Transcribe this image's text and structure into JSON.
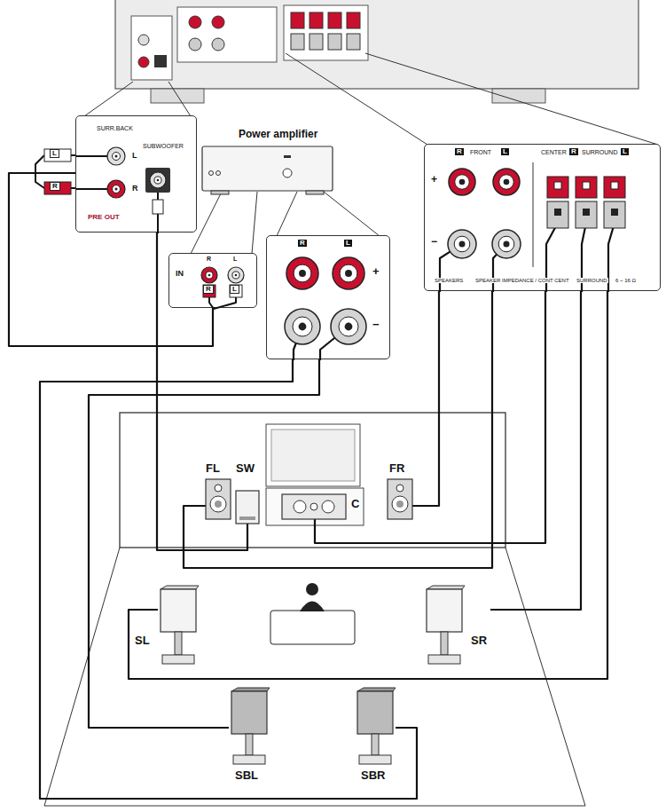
{
  "diagram": {
    "nodes": [
      {
        "text": [
          "SURR.BACK",
          "L",
          "R",
          "SUBWOOFER",
          "PRE OUT"
        ]
      },
      {
        "text": [
          "Power amplifier"
        ]
      },
      {
        "text": [
          "IN",
          "R",
          "L"
        ]
      },
      {
        "text": [
          "R",
          "L",
          "+",
          "−"
        ]
      },
      {
        "text": [
          "R",
          "FRONT",
          "L",
          "+",
          "−",
          "CENTER",
          "R",
          "SURROUND",
          "L",
          "SPEAKERS",
          "SPEAKER IMPEDANCE / CONT CENT",
          "SURROUND",
          "6 ~ 16 Ω"
        ]
      },
      {
        "text": [
          "FL"
        ]
      },
      {
        "text": [
          "SW"
        ]
      },
      {
        "text": [
          "C"
        ]
      },
      {
        "text": [
          "FR"
        ]
      },
      {
        "text": [
          "SL"
        ]
      },
      {
        "text": [
          "SR"
        ]
      },
      {
        "text": [
          "SBL"
        ]
      },
      {
        "text": [
          "SBR"
        ]
      }
    ],
    "edges": [
      {
        "from": 0,
        "to": 2,
        "arrow": "none"
      },
      {
        "from": 0,
        "to": 6,
        "arrow": "none"
      },
      {
        "from": 3,
        "to": 11,
        "arrow": "none"
      },
      {
        "from": 3,
        "to": 12,
        "arrow": "none"
      },
      {
        "from": 4,
        "to": 5,
        "arrow": "none"
      },
      {
        "from": 4,
        "to": 7,
        "arrow": "none"
      },
      {
        "from": 4,
        "to": 8,
        "arrow": "none"
      },
      {
        "from": 4,
        "to": 9,
        "arrow": "none"
      },
      {
        "from": 4,
        "to": 10,
        "arrow": "none"
      }
    ],
    "labels": [
      "L",
      "R",
      "R",
      "L"
    ]
  }
}
